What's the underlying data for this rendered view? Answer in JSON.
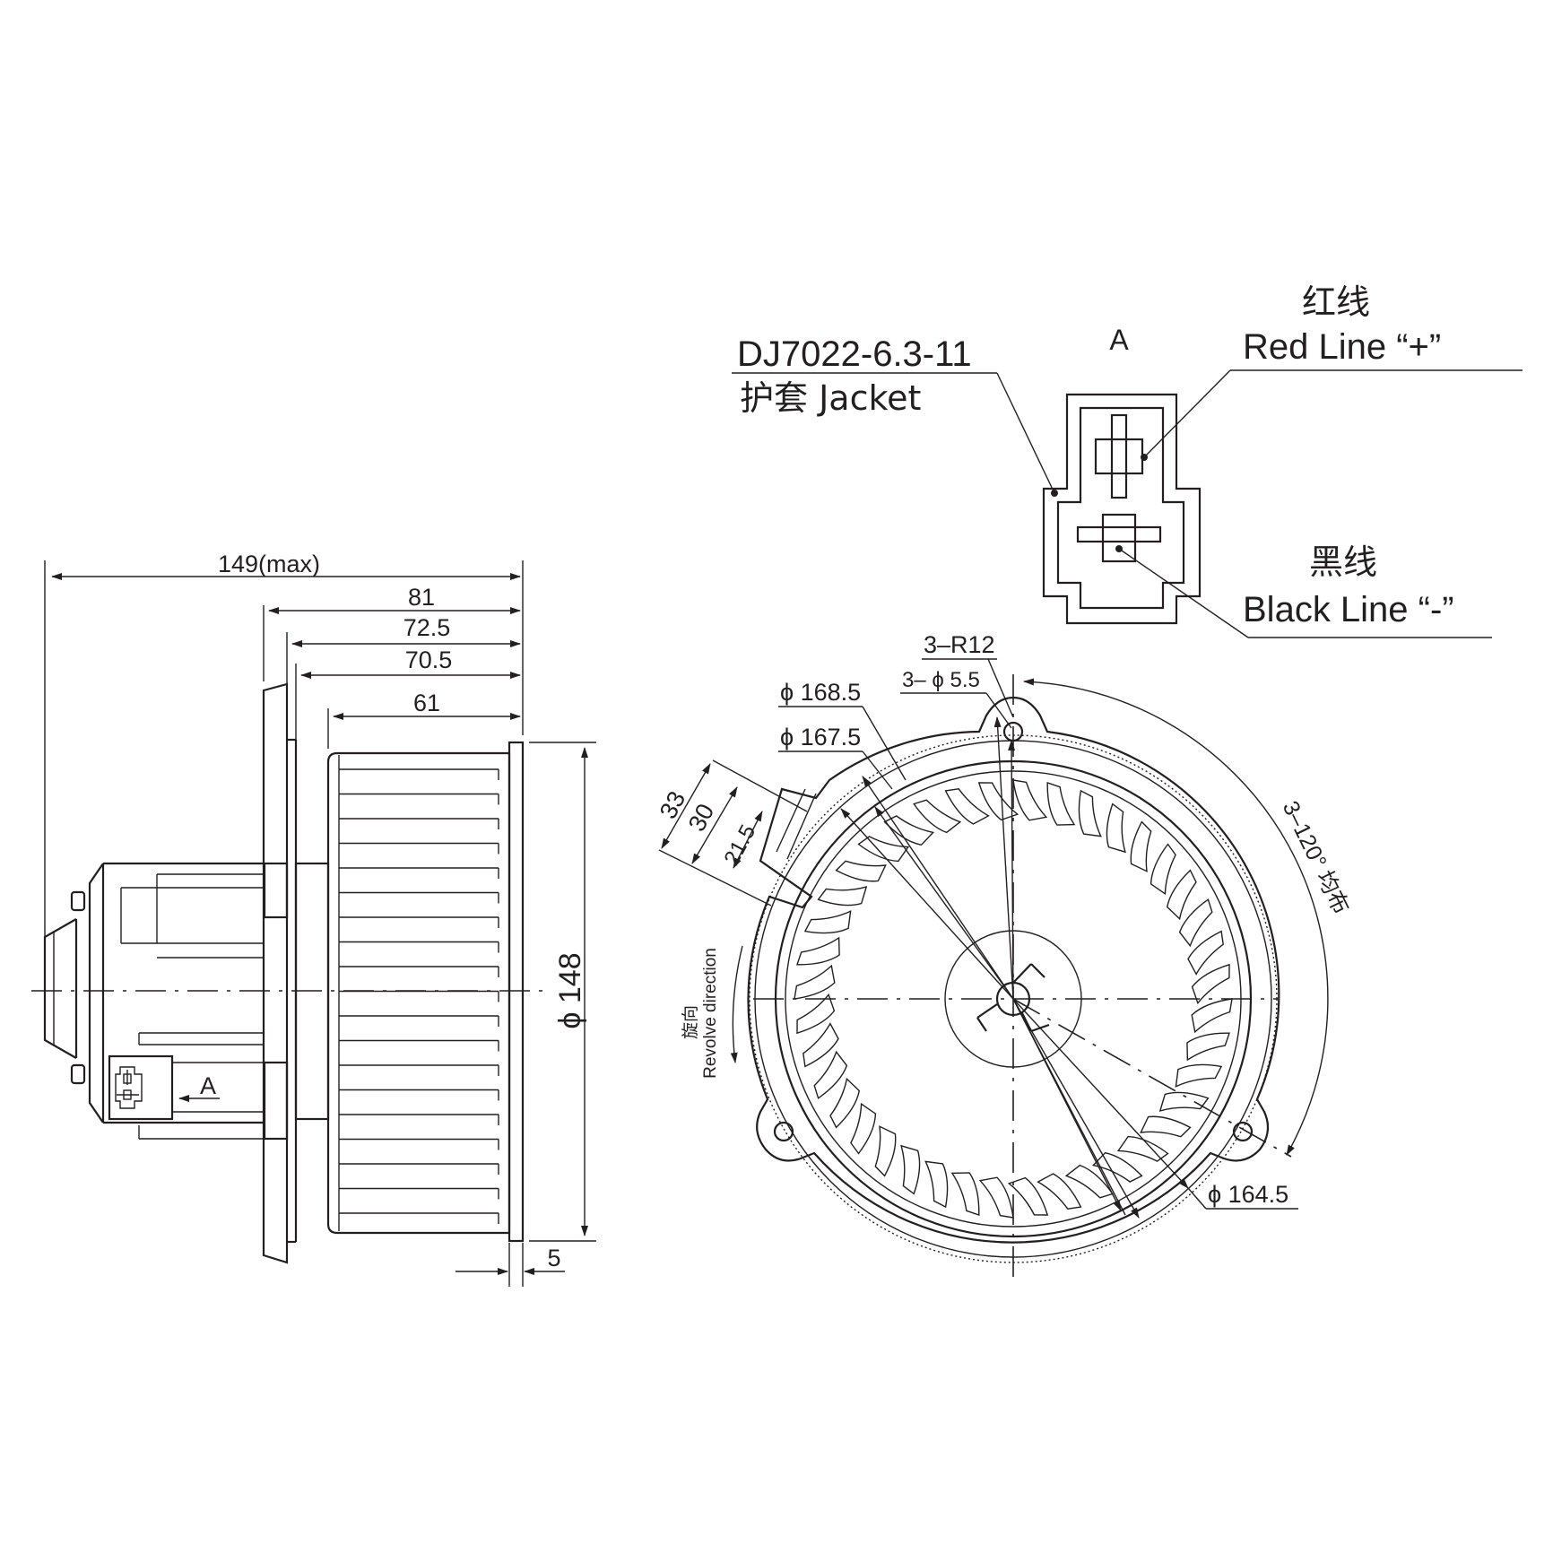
{
  "side_view": {
    "dim_149": "149(max)",
    "dim_81": "81",
    "dim_72_5": "72.5",
    "dim_70_5": "70.5",
    "dim_61": "61",
    "dim_dia_148": "ϕ 148",
    "dim_5": "5",
    "view_marker": "A"
  },
  "connector_view": {
    "view_label": "A",
    "part_number": "DJ7022-6.3-11",
    "jacket_label": "护套 Jacket",
    "red_cn": "红线",
    "red_en": "Red Line “+”",
    "black_cn": "黑线",
    "black_en": "Black Line “-”"
  },
  "front_view": {
    "radius_label": "3–R12",
    "hole_label": "3– ϕ 5.5",
    "dia_168_5": "ϕ 168.5",
    "dia_167_5": "ϕ 167.5",
    "dia_164_5": "ϕ 164.5",
    "dim_33": "33",
    "dim_30": "30",
    "dim_21_5": "21.5",
    "angle_label": "3–120° 均布",
    "revolve_cn": "旋向",
    "revolve_en": "Revolve direction"
  }
}
